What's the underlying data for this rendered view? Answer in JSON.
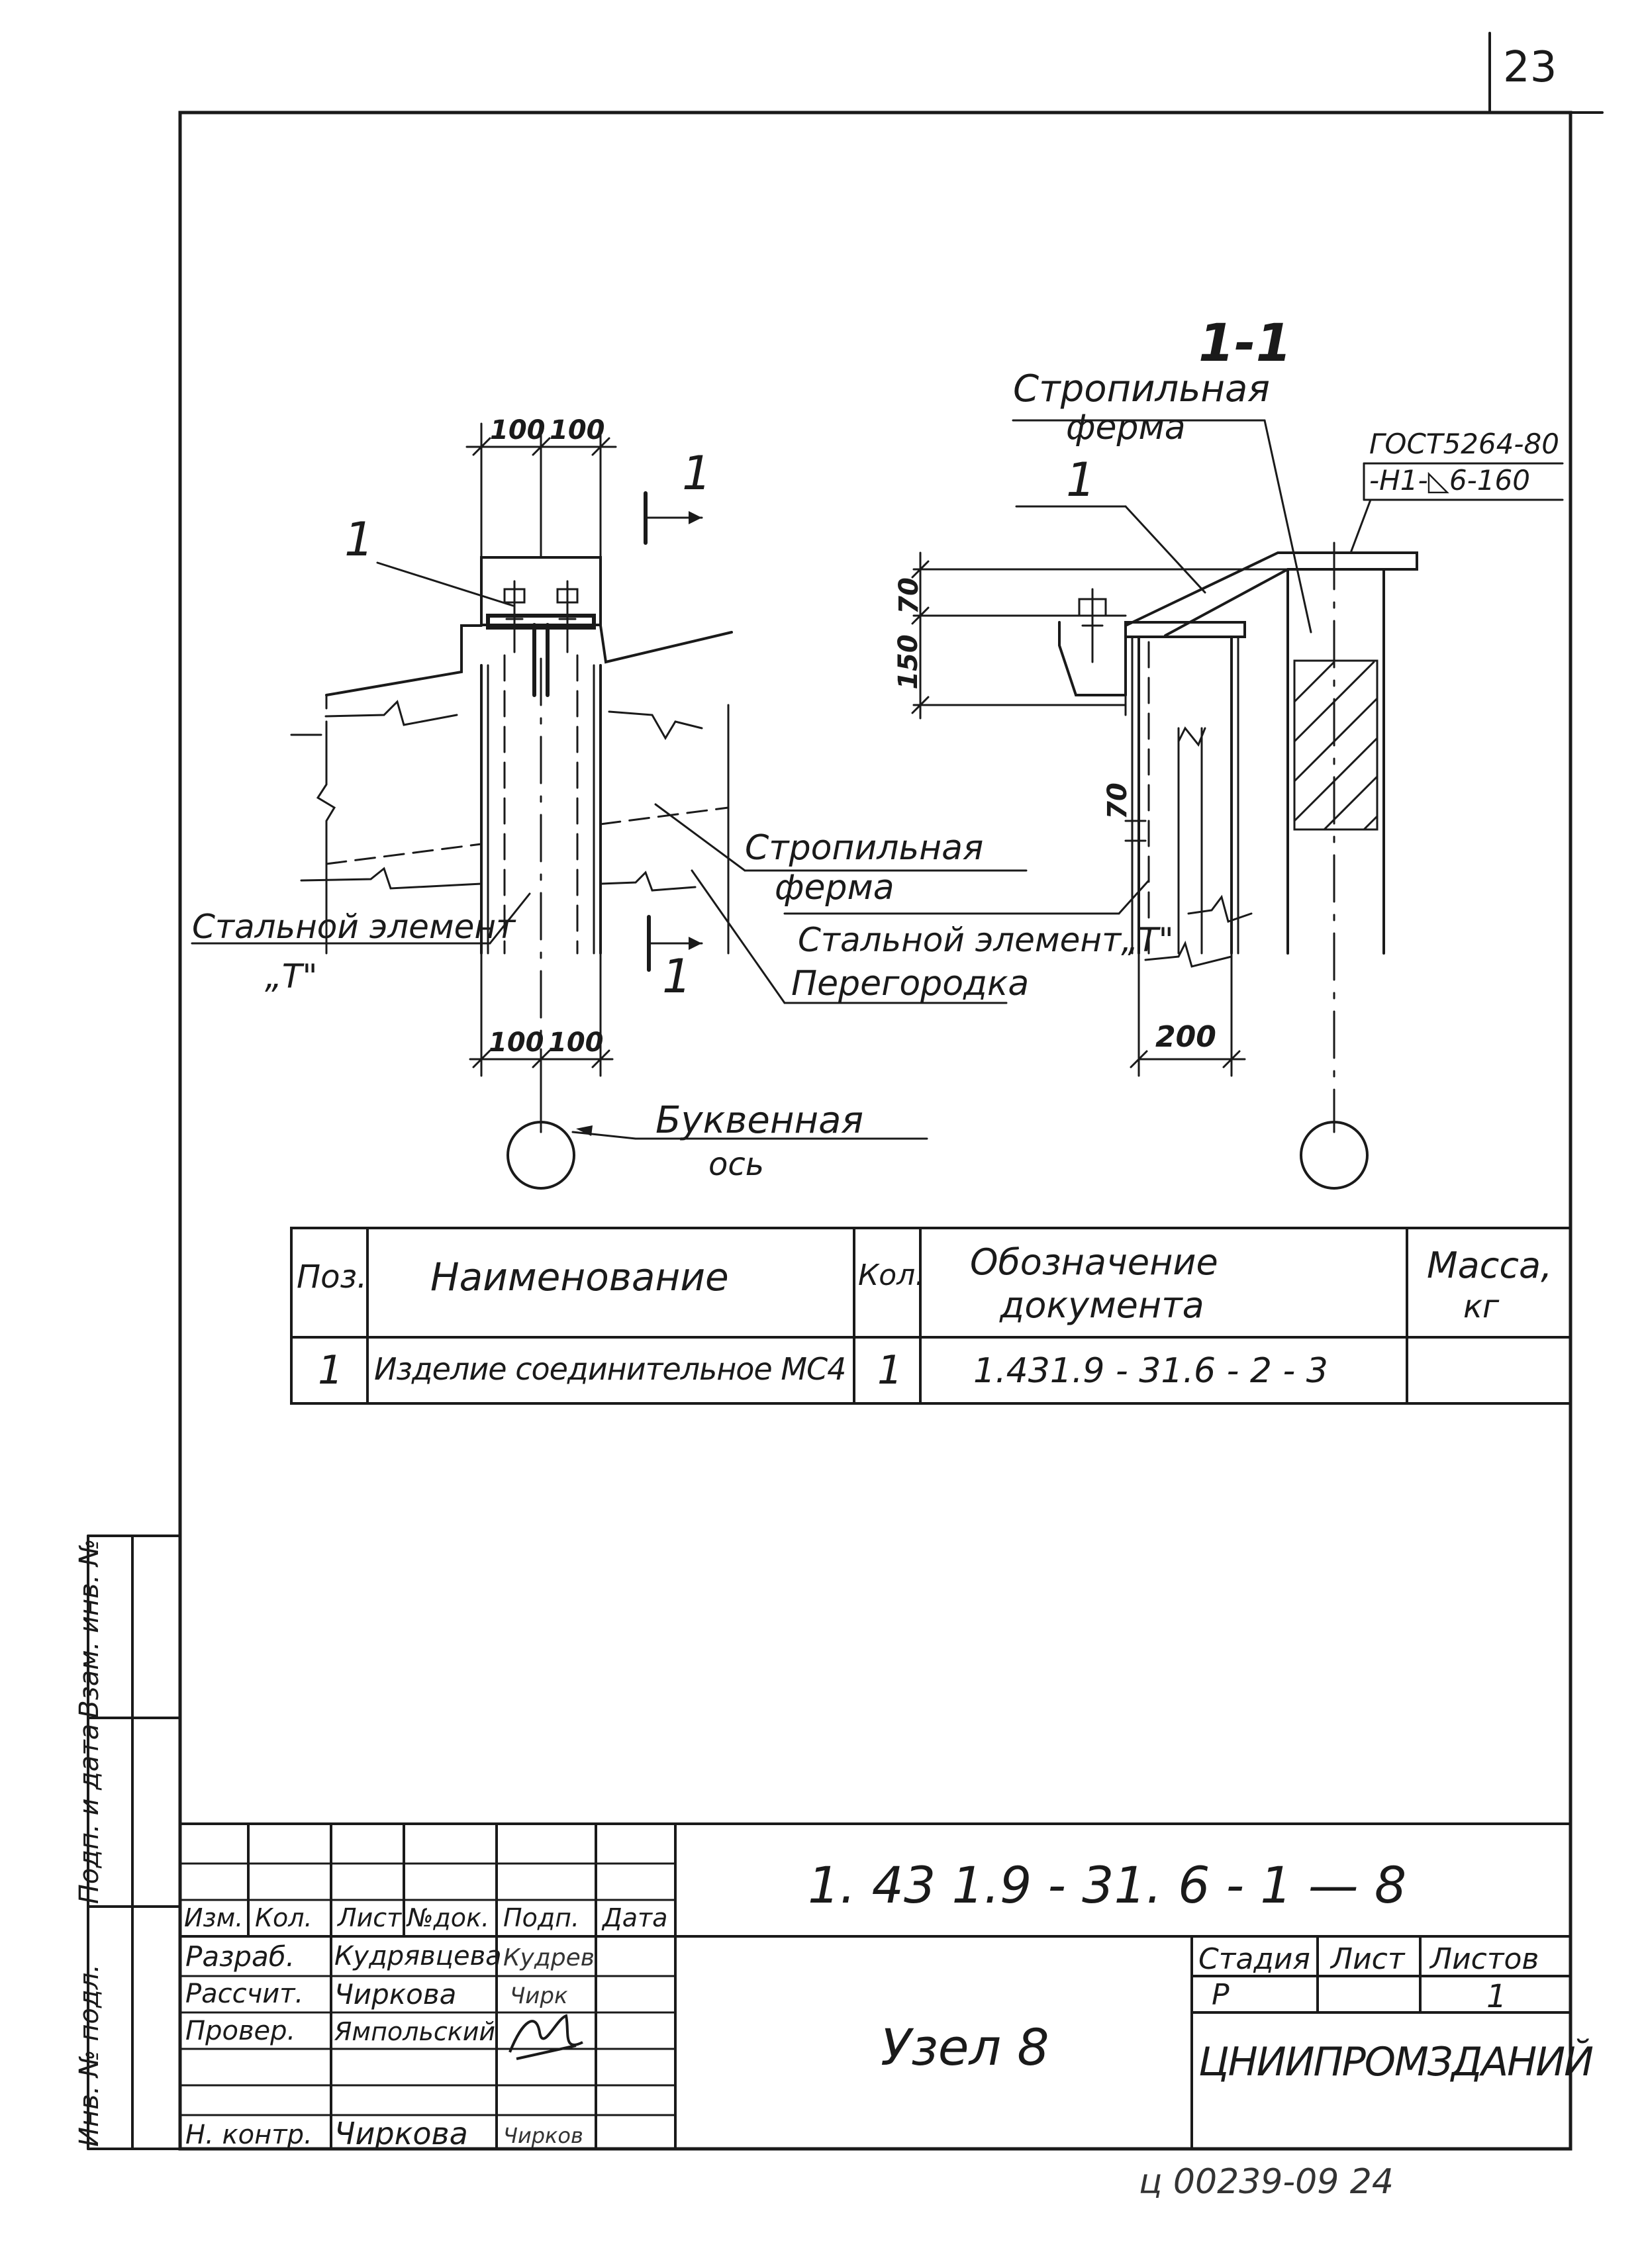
{
  "page_number": "23",
  "section_label": "1-1",
  "left_view": {
    "section_mark_top": "1",
    "section_mark_bottom": "1",
    "position_callout": "1",
    "dim_top": [
      "100",
      "100"
    ],
    "dim_bottom": [
      "100",
      "100"
    ],
    "label_truss": [
      "Стропильная",
      "ферма"
    ],
    "label_steel": "Стальной элемент",
    "label_steel_t": "„Т\"",
    "label_partition": "Перегородка",
    "label_axis": [
      "Буквенная",
      "ось"
    ]
  },
  "right_view": {
    "label_truss": [
      "Стропильная",
      "ферма"
    ],
    "position_callout": "1",
    "weld_note": [
      "ГОСТ5264-80",
      "-Н1-◺6-160"
    ],
    "dim_70_top": "70",
    "dim_150": "150",
    "dim_70_mid": "70",
    "dim_200": "200",
    "label_steel": "Стальной элемент„Т\""
  },
  "spec_table": {
    "headers": {
      "pos": "Поз.",
      "name": "Наименование",
      "qty": "Кол.",
      "doc": [
        "Обозначение",
        "документа"
      ],
      "mass": [
        "Масса,",
        "кг"
      ]
    },
    "rows": [
      {
        "pos": "1",
        "name": "Изделие соединительное МС4",
        "qty": "1",
        "doc": "1.431.9 - 31.6 - 2 - 3",
        "mass": ""
      }
    ]
  },
  "title_block": {
    "designation": "1. 43 1.9 - 31. 6 - 1  — 8",
    "rev_headers": [
      "Изм.",
      "Кол.",
      "Лист",
      "№док.",
      "Подп.",
      "Дата"
    ],
    "roles": [
      {
        "role": "Разраб.",
        "name": "Кудрявцева",
        "signature": "Кудрев"
      },
      {
        "role": "Рассчит.",
        "name": "Чиркова",
        "signature": "Чирк"
      },
      {
        "role": "Провер.",
        "name": "Ямпольский",
        "signature": ""
      },
      {
        "role": "",
        "name": "",
        "signature": ""
      },
      {
        "role": "Н. контр.",
        "name": "Чиркова",
        "signature": "Чирков"
      }
    ],
    "sheet_title": "Узел 8",
    "stage_label": "Стадия",
    "sheet_label": "Лист",
    "sheets_label": "Листов",
    "stage_value": "Р",
    "sheet_value": "",
    "sheets_value": "1",
    "organization": "ЦНИИПРОМЗДАНИЙ"
  },
  "side_stamps": {
    "inv_no_orig": "Инв. № подл.",
    "sign_date": "Подп. и дата",
    "replace_inv": "Взам. инв. №"
  },
  "footer_code": "ц 00239-09  24"
}
